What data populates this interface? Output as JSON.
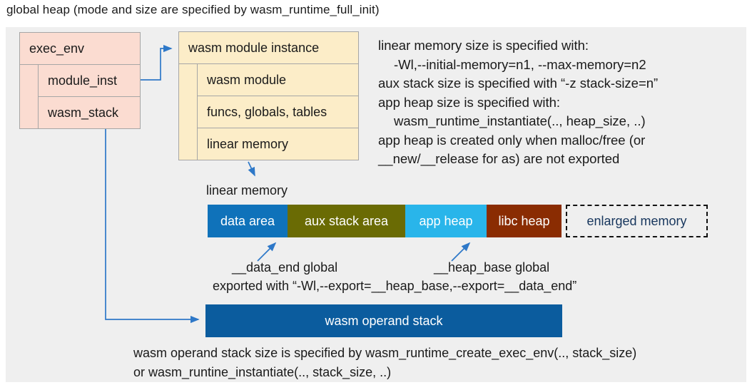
{
  "title": "global heap (mode and size are specified by wasm_runtime_full_init)",
  "exec_env_box": {
    "title": "exec_env",
    "items": [
      {
        "label": "module_inst"
      },
      {
        "label": "wasm_stack"
      }
    ]
  },
  "module_instance_box": {
    "title": "wasm module instance",
    "items": [
      {
        "label": "wasm module"
      },
      {
        "label": "funcs, globals, tables"
      },
      {
        "label": "linear memory"
      }
    ]
  },
  "notes_top": {
    "lines": [
      "linear memory size is specified with:",
      "-Wl,--initial-memory=n1, --max-memory=n2",
      "aux stack size is specified with “-z stack-size=n”",
      "app heap size is specified with:",
      "wasm_runtime_instantiate(.., heap_size, ..)",
      "app heap is created only when malloc/free (or",
      "__new/__release for as) are not exported"
    ]
  },
  "linear_memory": {
    "caption": "linear memory",
    "segments": [
      {
        "label": "data area",
        "color": "#0f72ba"
      },
      {
        "label": "aux stack area",
        "color": "#6a6b04"
      },
      {
        "label": "app heap",
        "color": "#29b5ea"
      },
      {
        "label": "libc heap",
        "color": "#8a2c02"
      },
      {
        "label": "enlarged memory",
        "color": "transparent"
      }
    ]
  },
  "annotations": {
    "data_end_label": "__data_end global",
    "heap_base_label": "__heap_base global",
    "exported_line": "exported with “-Wl,--export=__heap_base,--export=__data_end”"
  },
  "operand_stack": {
    "label": "wasm operand stack",
    "color": "#0b5c9e"
  },
  "notes_bottom": {
    "lines": [
      "wasm operand stack size is specified by wasm_runtime_create_exec_env(.., stack_size)",
      "or wasm_runtine_instantiate(.., stack_size, ..)"
    ]
  },
  "colors": {
    "canvas": "#efefef",
    "record_pink": "#fbdcd1",
    "record_yellow": "#fcedc8",
    "arrow": "#2e78c8",
    "enlarged_text": "#17365d"
  }
}
